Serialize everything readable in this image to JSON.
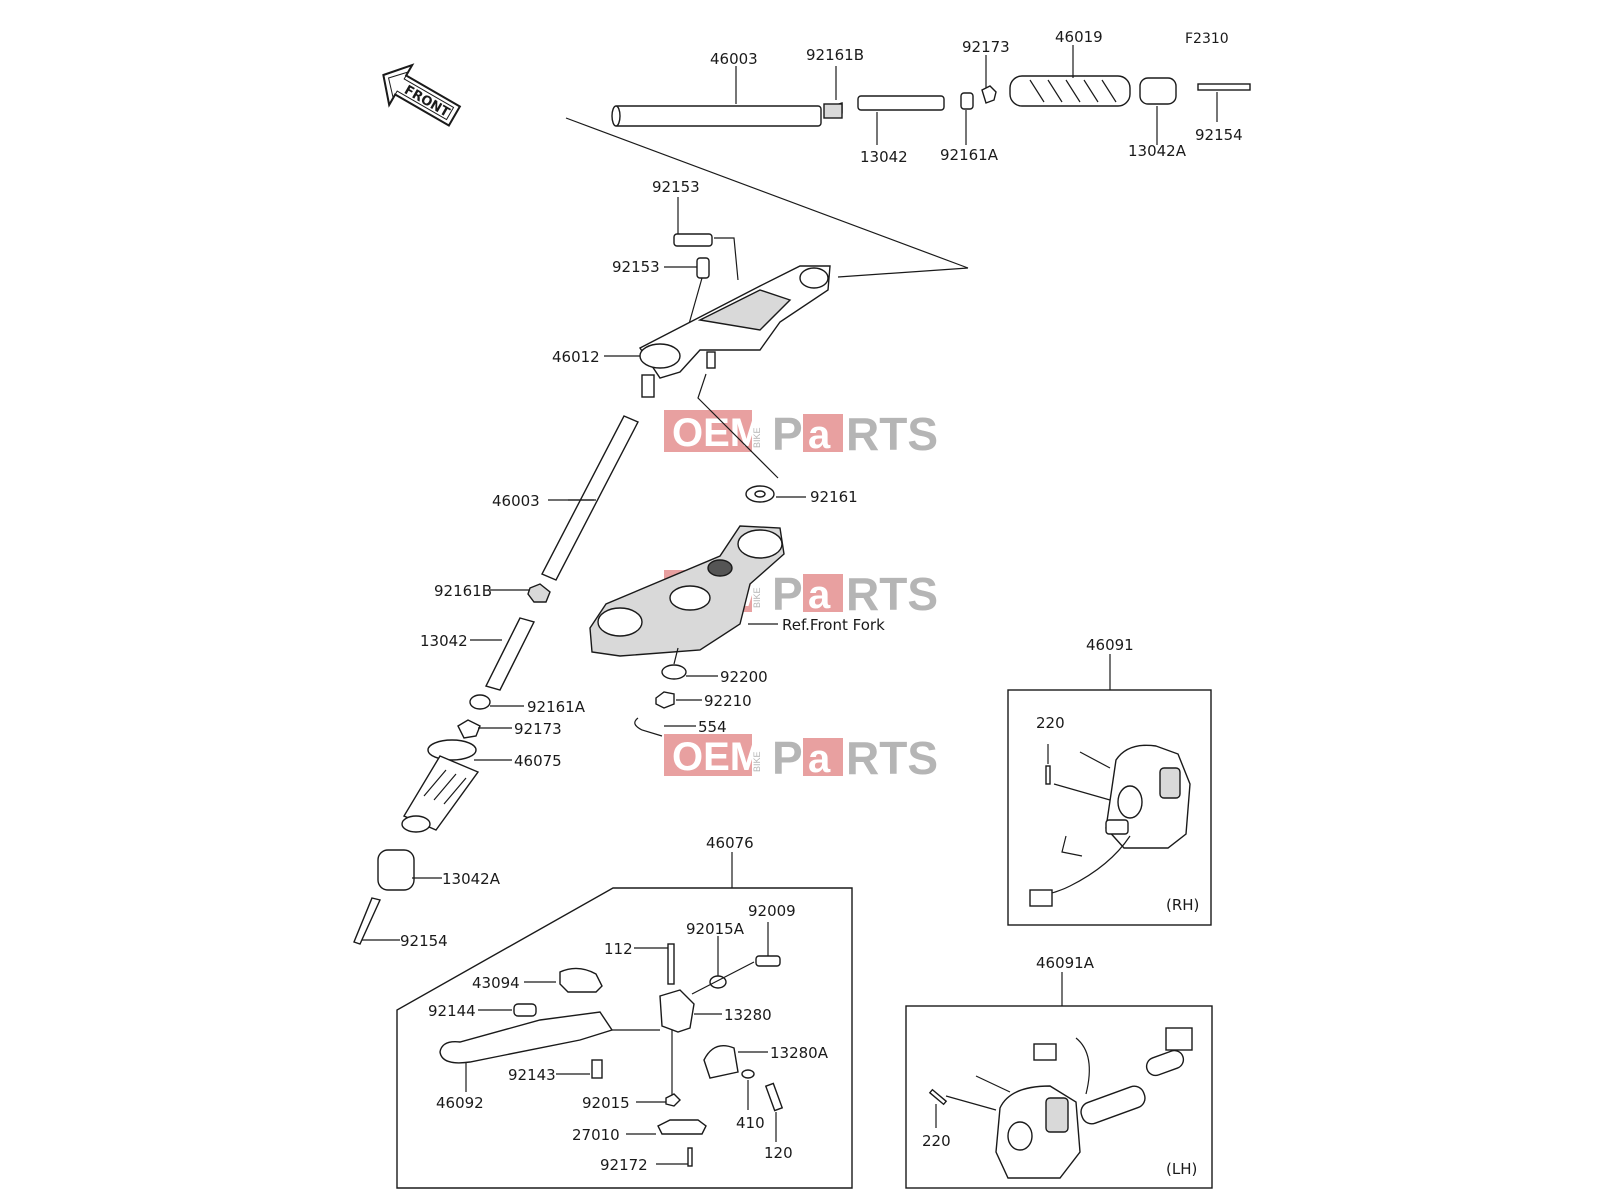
{
  "diagram": {
    "code": "F2310",
    "front_label": "FRONT",
    "ref_label": "Ref.Front Fork",
    "watermark": {
      "oem": "OEM",
      "bike": "BIKE",
      "p": "P",
      "a": "a",
      "rts": "RTS"
    },
    "labels": {
      "top_46003": "46003",
      "top_92161B": "92161B",
      "top_92173": "92173",
      "top_46019": "46019",
      "top_13042": "13042",
      "top_92161A": "92161A",
      "top_13042A": "13042A",
      "top_92154": "92154",
      "l_92153a": "92153",
      "l_92153b": "92153",
      "l_46012": "46012",
      "l_46003": "46003",
      "l_92161": "92161",
      "l_92161B": "92161B",
      "l_13042": "13042",
      "l_92200": "92200",
      "l_92210": "92210",
      "l_92161A": "92161A",
      "l_92173": "92173",
      "l_554": "554",
      "l_46075": "46075",
      "l_13042A": "13042A",
      "l_92154": "92154",
      "l_46076": "46076",
      "l_92009": "92009",
      "l_112": "112",
      "l_92015A": "92015A",
      "l_43094": "43094",
      "l_92144": "92144",
      "l_13280": "13280",
      "l_13280A": "13280A",
      "l_92143": "92143",
      "l_46092": "46092",
      "l_92015": "92015",
      "l_410": "410",
      "l_120": "120",
      "l_27010": "27010",
      "l_92172": "92172",
      "l_46091": "46091",
      "l_220rh": "220",
      "l_rh": "(RH)",
      "l_46091A": "46091A",
      "l_220lh": "220",
      "l_lh": "(LH)"
    }
  }
}
